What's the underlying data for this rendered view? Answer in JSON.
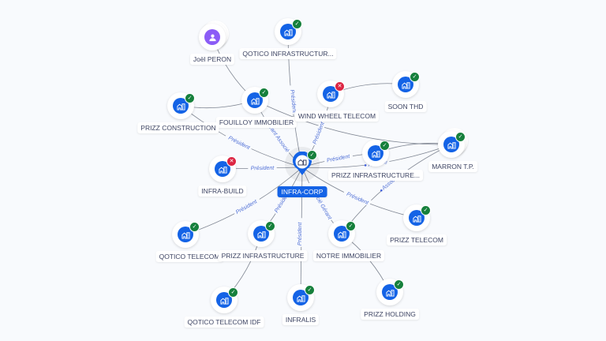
{
  "graph": {
    "center": {
      "id": "infra-corp",
      "label": "INFRA-CORP",
      "status": "ok",
      "kind": "company"
    },
    "nodes": [
      {
        "id": "joel-peron",
        "label": "Joël PERON",
        "status": null,
        "kind": "person",
        "stacked": true
      },
      {
        "id": "qotico-infrastructur",
        "label": "QOTICO INFRASTRUCTUR...",
        "status": "ok",
        "kind": "company",
        "stacked": false
      },
      {
        "id": "fouilloy-immobilier",
        "label": "FOUILLOY IMMOBILIER",
        "status": "ok",
        "kind": "company",
        "stacked": false
      },
      {
        "id": "prizz-construction",
        "label": "PRIZZ CONSTRUCTION",
        "status": "ok",
        "kind": "company",
        "stacked": false
      },
      {
        "id": "wind-wheel-telecom",
        "label": "WIND WHEEL TELECOM",
        "status": "ko",
        "kind": "company",
        "stacked": false
      },
      {
        "id": "soon-thd",
        "label": "SOON THD",
        "status": "ok",
        "kind": "company",
        "stacked": false
      },
      {
        "id": "marron-tp",
        "label": "MARRON T.P.",
        "status": "ok",
        "kind": "company",
        "stacked": true
      },
      {
        "id": "prizz-infrastructure-1",
        "label": "PRIZZ INFRASTRUCTURE...",
        "status": "ok",
        "kind": "company",
        "stacked": false
      },
      {
        "id": "infra-build",
        "label": "INFRA-BUILD",
        "status": "ko",
        "kind": "company",
        "stacked": false
      },
      {
        "id": "prizz-telecom",
        "label": "PRIZZ TELECOM",
        "status": "ok",
        "kind": "company",
        "stacked": false
      },
      {
        "id": "qotico-telecom",
        "label": "QOTICO TELECOM",
        "status": "ok",
        "kind": "company",
        "stacked": false
      },
      {
        "id": "prizz-infrastructure-2",
        "label": "PRIZZ INFRASTRUCTURE",
        "status": "ok",
        "kind": "company",
        "stacked": false
      },
      {
        "id": "notre-immobilier",
        "label": "NOTRE IMMOBILIER",
        "status": "ok",
        "kind": "company",
        "stacked": false
      },
      {
        "id": "qotico-telecom-idf",
        "label": "QOTICO TELECOM IDF",
        "status": "ok",
        "kind": "company",
        "stacked": false
      },
      {
        "id": "infralis",
        "label": "INFRALIS",
        "status": "ok",
        "kind": "company",
        "stacked": false
      },
      {
        "id": "prizz-holding",
        "label": "PRIZZ HOLDING",
        "status": "ok",
        "kind": "company",
        "stacked": false
      }
    ],
    "edges": [
      {
        "from": "joel-peron",
        "to": "fouilloy-immobilier",
        "label": ""
      },
      {
        "from": "qotico-infrastructur",
        "to": "infra-corp",
        "label": "Président"
      },
      {
        "from": "fouilloy-immobilier",
        "to": "infra-corp",
        "label": "Gérant Associé"
      },
      {
        "from": "prizz-construction",
        "to": "fouilloy-immobilier",
        "label": ""
      },
      {
        "from": "fouilloy-immobilier",
        "to": "marron-tp",
        "label": ""
      },
      {
        "from": "wind-wheel-telecom",
        "to": "infra-corp",
        "label": "Président"
      },
      {
        "from": "soon-thd",
        "to": "wind-wheel-telecom",
        "label": ""
      },
      {
        "from": "marron-tp",
        "to": "infra-corp",
        "label": "Associé"
      },
      {
        "from": "marron-tp",
        "to": "prizz-infrastructure-1",
        "label": ""
      },
      {
        "from": "prizz-infrastructure-1",
        "to": "infra-corp",
        "label": "Président"
      },
      {
        "from": "marron-tp",
        "to": "notre-immobilier",
        "label": "Associé"
      },
      {
        "from": "infra-build",
        "to": "infra-corp",
        "label": "Président"
      },
      {
        "from": "prizz-construction",
        "to": "infra-corp",
        "label": "Président"
      },
      {
        "from": "qotico-telecom",
        "to": "infra-corp",
        "label": "Président"
      },
      {
        "from": "prizz-infrastructure-2",
        "to": "infra-corp",
        "label": "Président"
      },
      {
        "from": "infralis",
        "to": "infra-corp",
        "label": "Président"
      },
      {
        "from": "notre-immobilier",
        "to": "infra-corp",
        "label": "Associé Gérant"
      },
      {
        "from": "prizz-telecom",
        "to": "infra-corp",
        "label": "Président"
      },
      {
        "from": "qotico-telecom-idf",
        "to": "prizz-infrastructure-2",
        "label": ""
      },
      {
        "from": "prizz-holding",
        "to": "notre-immobilier",
        "label": ""
      }
    ]
  },
  "colors": {
    "company": "#1463e6",
    "person": "#8b5cf6",
    "active": "#16803c",
    "closed": "#dc2643",
    "edge_label": "#4f6fd6"
  }
}
